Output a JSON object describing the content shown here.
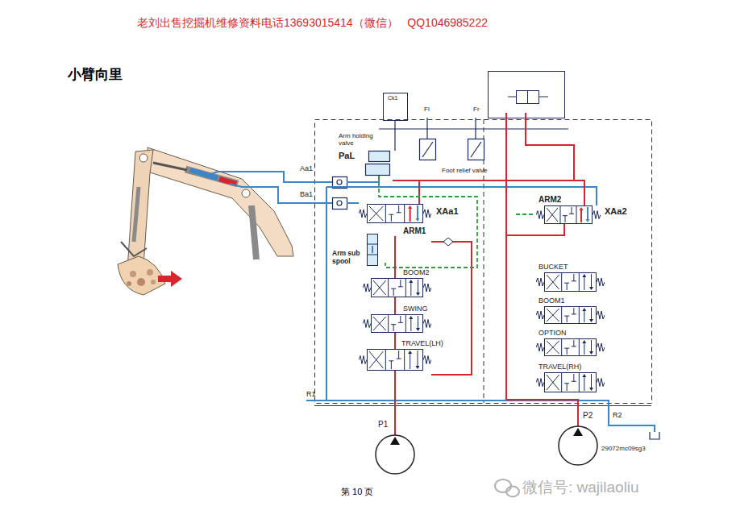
{
  "diagram": {
    "title": "小臂向里",
    "nodes": [
      {
        "text": [
          "ARM1"
        ]
      },
      {
        "text": [
          "Arm sub spool"
        ]
      },
      {
        "text": [
          "BOOM2"
        ]
      },
      {
        "text": [
          "SWING"
        ]
      },
      {
        "text": [
          "TRAVEL(LH)"
        ]
      },
      {
        "text": [
          "ARM2"
        ]
      },
      {
        "text": [
          "BUCKET"
        ]
      },
      {
        "text": [
          "BOOM1"
        ]
      },
      {
        "text": [
          "OPTION"
        ]
      },
      {
        "text": [
          "TRAVEL(RH)"
        ]
      },
      {
        "text": [
          "P1"
        ]
      },
      {
        "text": [
          "P2"
        ]
      }
    ],
    "edges": [
      {
        "from": 10,
        "to": 0,
        "arrow": "none"
      },
      {
        "from": 11,
        "to": 5,
        "arrow": "none"
      }
    ],
    "labels": [
      "老刘出售挖掘机维修资料电话13693015414（微信）   QQ1046985222",
      "Ck1",
      "Fl",
      "Fr",
      "Arm holding valve",
      "PaL",
      "Foot relief valve",
      "Aa1",
      "Ba1",
      "XAa1",
      "XAa2",
      "R1",
      "R2",
      "29072mc09sg3",
      "第 10 页",
      "微信号: wajilaoliu"
    ]
  }
}
